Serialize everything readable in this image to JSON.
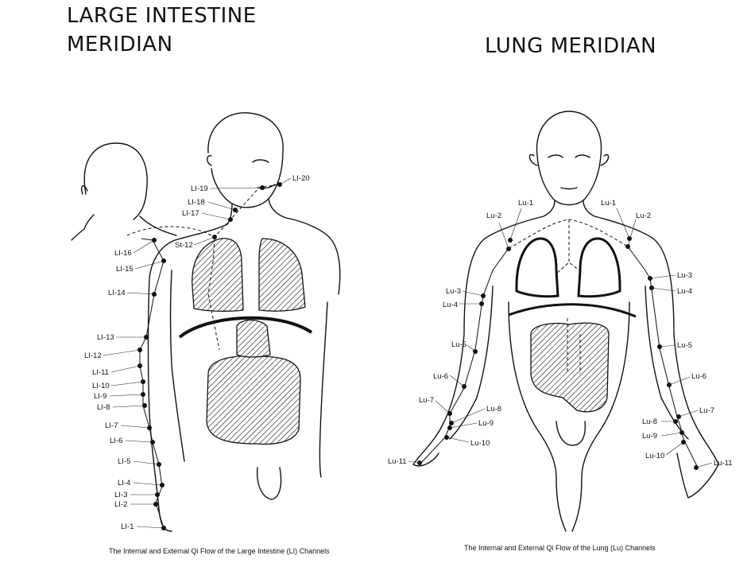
{
  "large_intestine": {
    "title_line1": "LARGE INTESTINE",
    "title_line2": "MERIDIAN",
    "caption": "The Internal and External Qi Flow of the Large Intestine (LI) Channels",
    "points": {
      "li20": "LI-20",
      "li19": "LI-19",
      "li18": "LI-18",
      "li17": "LI-17",
      "st12": "St-12",
      "li16": "LI-16",
      "li15": "LI-15",
      "li14": "LI-14",
      "li13": "LI-13",
      "li12": "LI-12",
      "li11": "LI-11",
      "li10": "LI-10",
      "li9": "LI-9",
      "li8": "LI-8",
      "li7": "LI-7",
      "li6": "LI-6",
      "li5": "LI-5",
      "li4": "LI-4",
      "li3": "LI-3",
      "li2": "LI-2",
      "li1": "LI-1"
    }
  },
  "lung": {
    "title": "LUNG MERIDIAN",
    "caption": "The Internal and External Qi Flow of the Lung (Lu) Channels",
    "points": {
      "lu1_left": "Lu-1",
      "lu1_right": "Lu-1",
      "lu2_left": "Lu-2",
      "lu2_right": "Lu-2",
      "lu3_left": "Lu-3",
      "lu3_right": "Lu-3",
      "lu4_left": "Lu-4",
      "lu4_right": "Lu-4",
      "lu5_left": "Lu-5",
      "lu5_right": "Lu-5",
      "lu6_left": "Lu-6",
      "lu6_right": "Lu-6",
      "lu7_left": "Lu-7",
      "lu7_right": "Lu-7",
      "lu8_left": "Lu-8",
      "lu8_right": "Lu-8",
      "lu9_left": "Lu-9",
      "lu9_right": "Lu-9",
      "lu10_left": "Lu-10",
      "lu10_right": "Lu-10",
      "lu11_left": "Lu-11",
      "lu11_right": "Lu-11"
    }
  }
}
